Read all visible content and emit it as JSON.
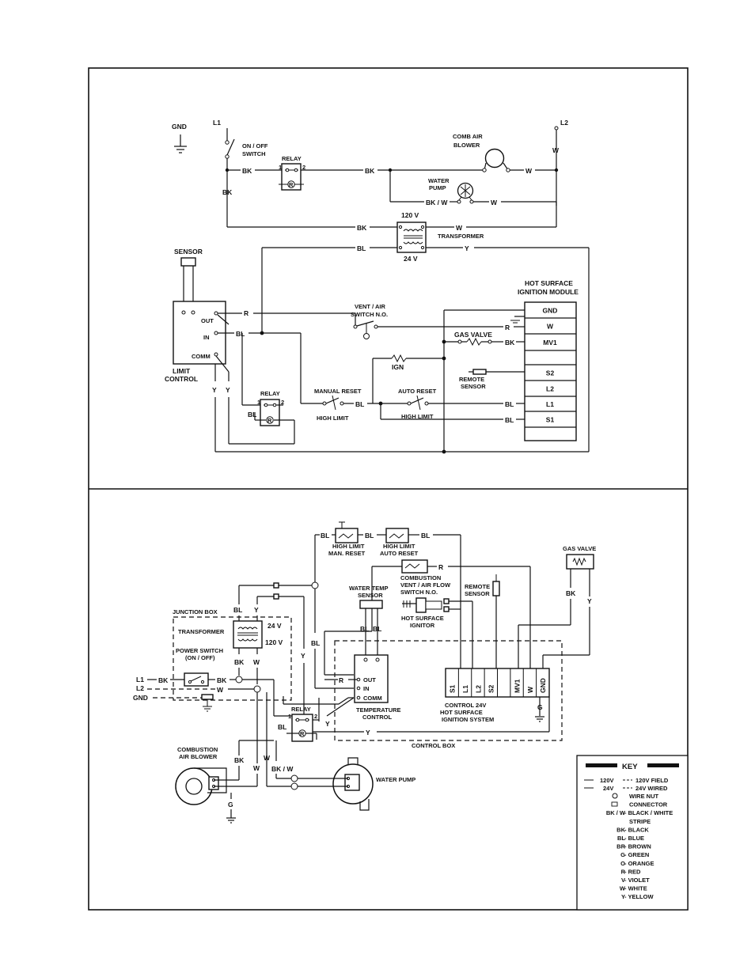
{
  "top": {
    "labels": {
      "gnd": "GND",
      "l1": "L1",
      "l2": "L2",
      "onoff_1": "ON / OFF",
      "onoff_2": "SWITCH",
      "relay": "RELAY",
      "relay_pin1": "1",
      "relay_pin2": "2",
      "relay_r": "R",
      "comb_1": "COMB AIR",
      "comb_2": "BLOWER",
      "pump_1": "WATER",
      "pump_2": "PUMP",
      "v120": "120 V",
      "v24": "24 V",
      "transformer": "TRANSFORMER",
      "sensor": "SENSOR",
      "out": "OUT",
      "in": "IN",
      "comm": "COMM",
      "limit_1": "LIMIT",
      "limit_2": "CONTROL",
      "vent_1": "VENT / AIR",
      "vent_2": "SWITCH  N.O.",
      "gas_valve": "GAS VALVE",
      "ign": "IGN",
      "remote_1": "REMOTE",
      "remote_2": "SENSOR",
      "manual_reset": "MANUAL RESET",
      "high_limit": "HIGH LIMIT",
      "auto_reset": "AUTO RESET",
      "high_limit_2": "HIGH LIMIT",
      "module_1": "HOT SURFACE",
      "module_2": "IGNITION MODULE"
    },
    "wires": {
      "bk": "BK",
      "bl": "BL",
      "w": "W",
      "r": "R",
      "y": "Y",
      "bkw": "BK / W"
    },
    "module_terminals": [
      "GND",
      "W",
      "MV1",
      "",
      "S2",
      "L2",
      "L1",
      "S1",
      ""
    ]
  },
  "bottom": {
    "labels": {
      "hl_man_1": "HIGH LIMIT",
      "hl_man_2": "MAN. RESET",
      "hl_auto_1": "HIGH LIMIT",
      "hl_auto_2": "AUTO RESET",
      "vent_1": "COMBUSTION",
      "vent_2": "VENT / AIR FLOW",
      "vent_3": "SWITCH  N.O.",
      "wts_1": "WATER TEMP",
      "wts_2": "SENSOR",
      "remote_1": "REMOTE",
      "remote_2": "SENSOR",
      "hsi_1": "HOT SURFACE",
      "hsi_2": "IGNITOR",
      "gas_valve": "GAS VALVE",
      "junction": "JUNCTION BOX",
      "transformer": "TRANSFORMER",
      "v24": "24 V",
      "v120": "120 V",
      "pswitch_1": "POWER SWITCH",
      "pswitch_2": "(ON / OFF)",
      "l1": "L1",
      "l2": "L2",
      "gnd": "GND",
      "relay": "RELAY",
      "relay_pin1": "1",
      "relay_pin2": "2",
      "relay_r": "R",
      "out": "OUT",
      "in": "IN",
      "comm": "COMM",
      "tc_1": "TEMPERATURE",
      "tc_2": "CONTROL",
      "ctl_1": "CONTROL 24V",
      "ctl_2": "HOT SURFACE",
      "ctl_3": "IGNITION SYSTEM",
      "control_box": "CONTROL BOX",
      "cab_1": "COMBUSTION",
      "cab_2": "AIR BLOWER",
      "water_pump": "WATER PUMP",
      "g": "G"
    },
    "wires": {
      "bk": "BK",
      "bl": "BL",
      "w": "W",
      "r": "R",
      "y": "Y",
      "bkw": "BK / W"
    },
    "ctl_terminals": [
      "S1",
      "L1",
      "L2",
      "S2",
      "",
      "MV1",
      "W",
      "GND"
    ]
  },
  "key": {
    "title": "KEY",
    "line1_a": "120V",
    "line1_b": "120V  FIELD",
    "line2_a": "24V",
    "line2_b": "24V  WIRED",
    "rows": [
      {
        "code": "",
        "desc": "WIRE NUT"
      },
      {
        "code": "",
        "desc": "CONNECTOR"
      },
      {
        "code": "BK / W",
        "desc": "-  BLACK / WHITE"
      },
      {
        "code": "",
        "desc": "STRIPE"
      },
      {
        "code": "BK",
        "desc": "-  BLACK"
      },
      {
        "code": "BL",
        "desc": "-  BLUE"
      },
      {
        "code": "BR",
        "desc": "-  BROWN"
      },
      {
        "code": "G",
        "desc": "-  GREEN"
      },
      {
        "code": "O",
        "desc": "-  ORANGE"
      },
      {
        "code": "R",
        "desc": "-  RED"
      },
      {
        "code": "V",
        "desc": "-  VIOLET"
      },
      {
        "code": "W",
        "desc": "-  WHITE"
      },
      {
        "code": "Y",
        "desc": "-  YELLOW"
      }
    ]
  }
}
